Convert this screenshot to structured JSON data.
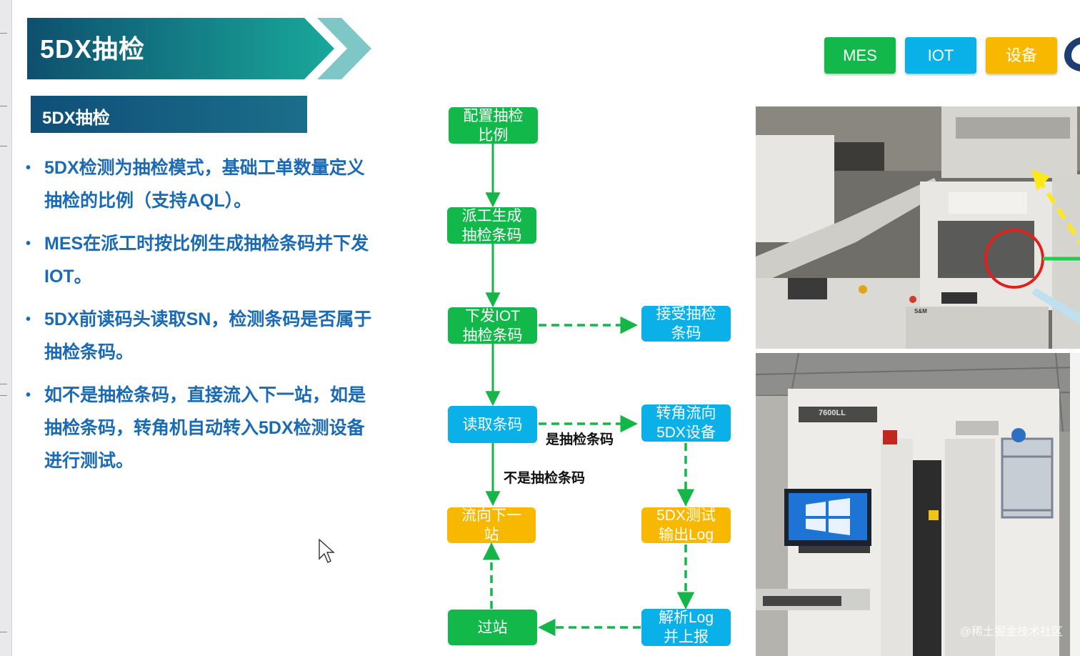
{
  "banner": {
    "title": "5DX抽检"
  },
  "subheader": {
    "title": "5DX抽检"
  },
  "bullets": [
    "5DX检测为抽检模式，基础工单数量定义抽检的比例（支持AQL）。",
    "MES在派工时按比例生成抽检条码并下发IOT。",
    "5DX前读码头读取SN，检测条码是否属于抽检条码。",
    "如不是抽检条码，直接流入下一站，如是抽检条码，转角机自动转入5DX检测设备进行测试。"
  ],
  "legend": [
    {
      "label": "MES",
      "color": "#12b84a"
    },
    {
      "label": "IOT",
      "color": "#0ab0e8"
    },
    {
      "label": "设备",
      "color": "#f9b800"
    }
  ],
  "flow": {
    "nodes": {
      "config_ratio": {
        "lines": [
          "配置抽检",
          "比例"
        ],
        "color": "green"
      },
      "generate_code": {
        "lines": [
          "派工生成",
          "抽检条码"
        ],
        "color": "green"
      },
      "dispatch_iot": {
        "lines": [
          "下发IOT",
          "抽检条码"
        ],
        "color": "green"
      },
      "receive_code": {
        "lines": [
          "接受抽检",
          "条码"
        ],
        "color": "blue"
      },
      "read_code": {
        "lines": [
          "读取条码"
        ],
        "color": "blue"
      },
      "turn_5dx": {
        "lines": [
          "转角流向",
          "5DX设备"
        ],
        "color": "blue"
      },
      "next_station": {
        "lines": [
          "流向下一",
          "站"
        ],
        "color": "yellow"
      },
      "test_log": {
        "lines": [
          "5DX测试",
          "输出Log"
        ],
        "color": "yellow"
      },
      "parse_log": {
        "lines": [
          "解析Log",
          "并上报"
        ],
        "color": "blue"
      },
      "pass_station": {
        "lines": [
          "过站"
        ],
        "color": "green"
      }
    },
    "labels": {
      "is_sample": "是抽检条码",
      "not_sample": "不是抽检条码"
    }
  },
  "photos": {
    "watermark": "@稀土掘金技术社区",
    "machine_top_brand": "S&M",
    "machine_bottom_brand": "7600LL"
  }
}
